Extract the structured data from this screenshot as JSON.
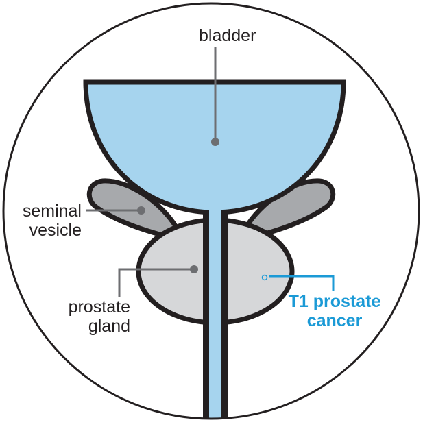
{
  "colors": {
    "outline": "#231f20",
    "bladder_fill": "#a6d4ee",
    "gland_fill": "#d6d7d9",
    "vesicle_fill": "#a7a9ac",
    "leader": "#6d6e71",
    "accent": "#1b9ad6"
  },
  "labels": {
    "bladder": "bladder",
    "seminal_vesicle_line1": "seminal",
    "seminal_vesicle_line2": "vesicle",
    "prostate_gland_line1": "prostate",
    "prostate_gland_line2": "gland",
    "tumor_line1": "T1 prostate",
    "tumor_line2": "cancer"
  }
}
